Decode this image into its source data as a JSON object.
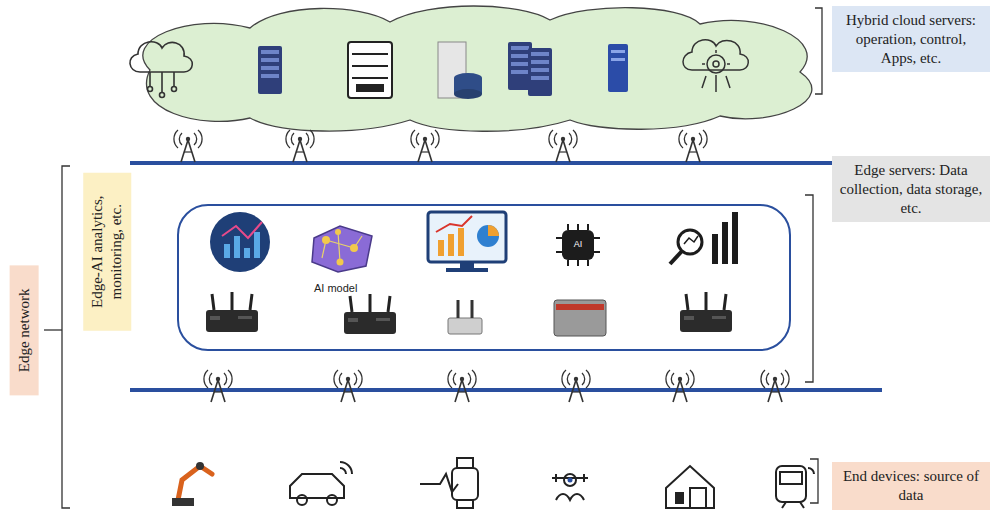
{
  "diagram": {
    "nodes": [
      {
        "text": [
          "Hybrid cloud servers: operation, control, Apps, etc."
        ]
      },
      {
        "text": [
          "Edge-AI analytics, monitoring, etc."
        ]
      },
      {
        "text": [
          "Edge servers: Data collection, data storage, etc."
        ]
      },
      {
        "text": [
          "Edge network"
        ]
      },
      {
        "text": [
          "End devices: source of data"
        ]
      }
    ],
    "labels": [
      "AI model",
      "AI"
    ]
  }
}
